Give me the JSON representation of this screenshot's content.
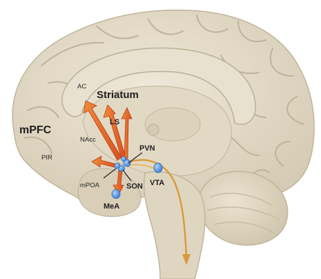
{
  "labels": {
    "ac": "AC",
    "striatum": "Striatum",
    "mpfc": "mPFC",
    "nacc": "NAcc",
    "ls": "LS",
    "pir": "PIR",
    "pvn": "PVN",
    "mpoa": "mPOA",
    "son": "SON",
    "vta": "VTA",
    "mea": "MeA"
  },
  "colors": {
    "brain": "#e5ddca",
    "brain_shadow": "#cfc6b0",
    "fold": "#bdb39b",
    "arrow_fill": "#e8672a",
    "arrow_edge": "#b8401a",
    "pathway": "#d99a3a",
    "nucleus": "#5b9be0",
    "nucleus_edge": "#2f68b2"
  }
}
